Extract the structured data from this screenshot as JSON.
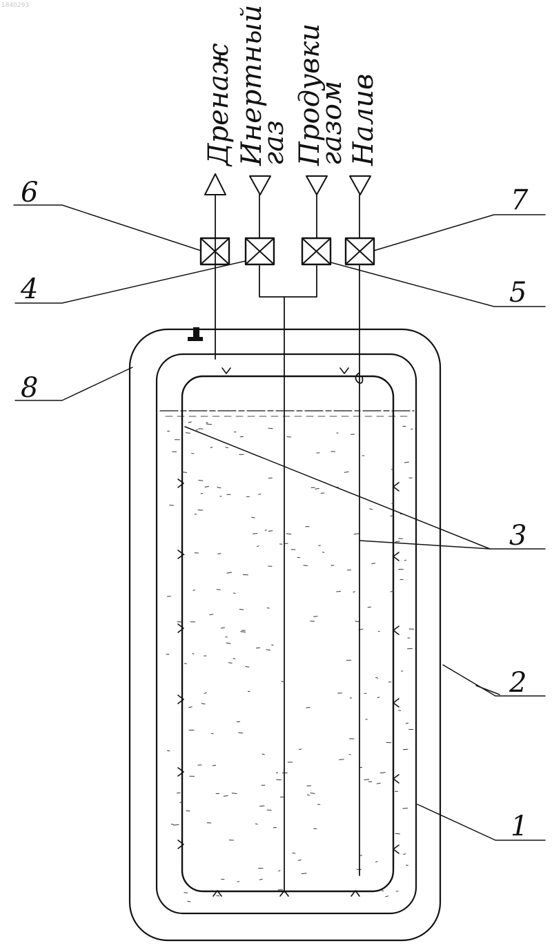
{
  "figure_id": "1840293",
  "pipe_labels": {
    "drain": "Дренаж",
    "inert_gas_line1": "Инертный",
    "inert_gas_line2": "газ",
    "purge_line1": "Продувки",
    "purge_line2": "газом",
    "fill": "Налив"
  },
  "part_numbers": {
    "p1": "1",
    "p2": "2",
    "p3": "3",
    "p4": "4",
    "p5": "5",
    "p6": "6",
    "p7": "7",
    "p8": "8"
  }
}
